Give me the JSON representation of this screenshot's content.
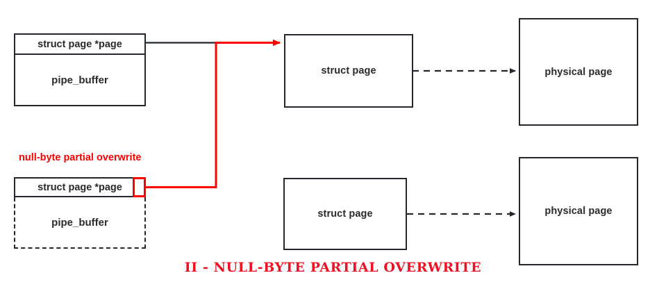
{
  "diagram": {
    "caption": "II - NULL-BYTE PARTIAL OVERWRITE",
    "annotation": "null-byte partial overwrite",
    "colors": {
      "exploit_red": "#ff0000",
      "caption_red": "#ee1122",
      "box_border": "#23272e",
      "text": "#2b2b2b",
      "background": "#ffffff"
    },
    "rows": [
      {
        "id": "intact-row",
        "pipe_buffer": {
          "header": "struct page *page",
          "body": "pipe_buffer",
          "style": "solid"
        },
        "struct_page": "struct page",
        "physical_page": "physical page",
        "connector_struct_to_physical": "dashed-arrow"
      },
      {
        "id": "corrupted-row",
        "pipe_buffer": {
          "header": "struct page *page",
          "body": "pipe_buffer",
          "style": "dashed-freed"
        },
        "struct_page": "struct page",
        "physical_page": "physical page",
        "connector_struct_to_physical": "dashed-arrow"
      }
    ],
    "redirect_arrow": {
      "from": "corrupted pipe_buffer page pointer",
      "to": "intact struct page",
      "color": "#ff0000"
    }
  }
}
